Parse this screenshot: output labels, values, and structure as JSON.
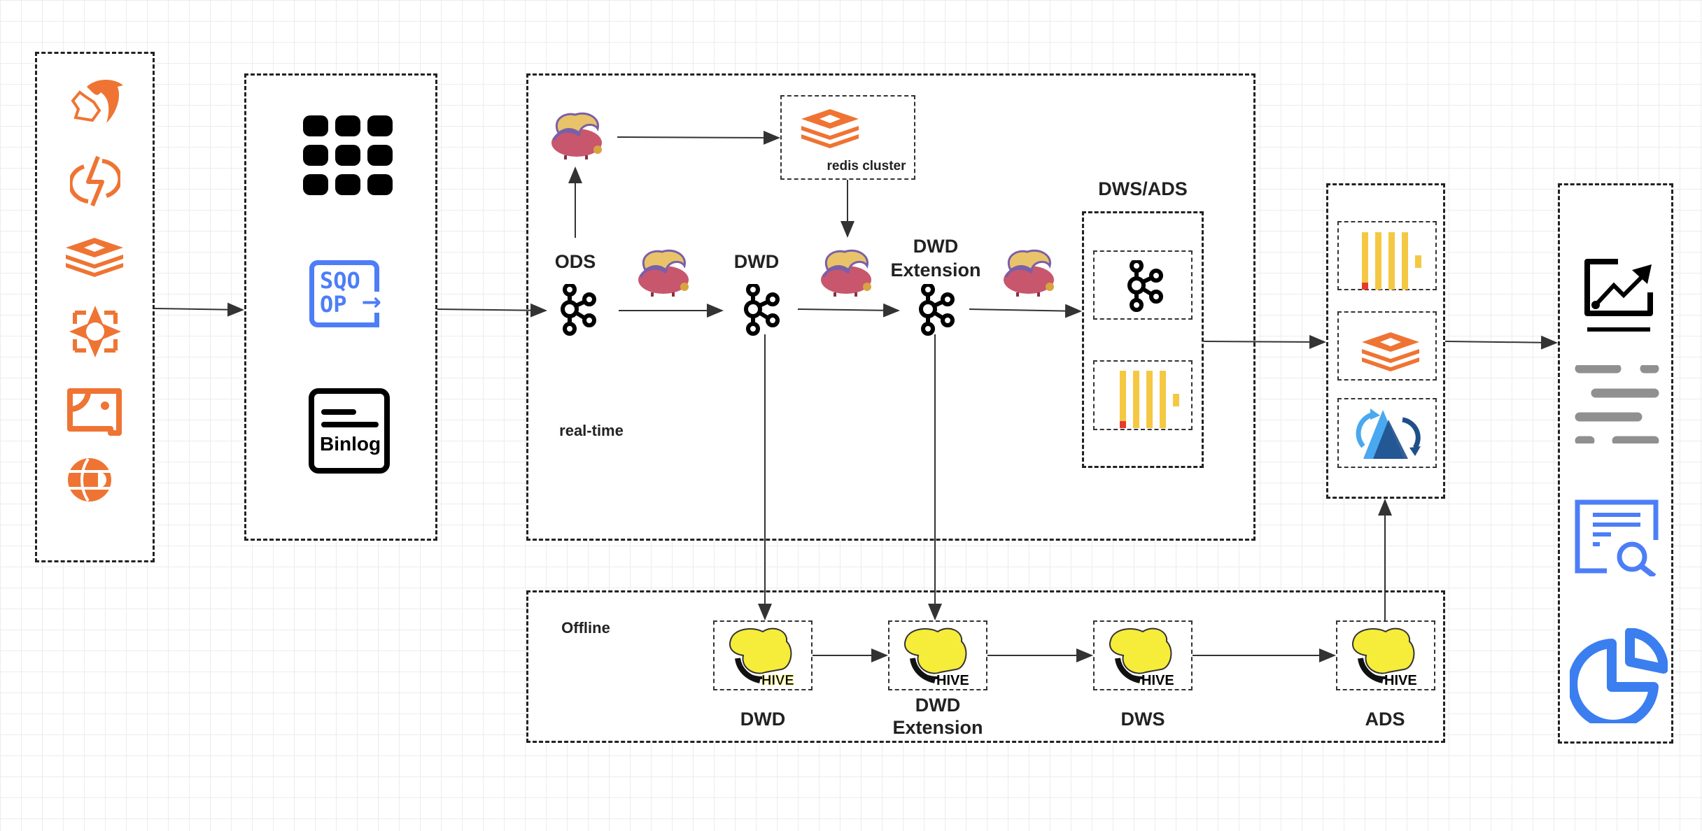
{
  "colors": {
    "orange": "#ef7433",
    "blue": "#4d7ef7",
    "yellow": "#f5c843",
    "black": "#000000",
    "gray": "#909090",
    "line": "#333333"
  },
  "sources": {
    "icons": [
      "mysql-dolphin-icon",
      "sync-icon",
      "redis-icon",
      "service-icon",
      "storage-icon",
      "database-globe-icon"
    ]
  },
  "ingestion": {
    "icons": [
      "flink-cdc-icon",
      "sqoop-icon",
      "binlog-file-icon"
    ],
    "sqoop_text_1": "SQO",
    "sqoop_text_2": "OP",
    "binlog_text": "Binlog"
  },
  "realtime": {
    "label": "real-time",
    "ods": "ODS",
    "dwd": "DWD",
    "dwd_ext_1": "DWD",
    "dwd_ext_2": "Extension",
    "dws_ads": "DWS/ADS",
    "redis_cluster": "redis cluster"
  },
  "offline": {
    "label": "Offline",
    "stages": [
      {
        "l1": "DWD",
        "l2": ""
      },
      {
        "l1": "DWD",
        "l2": "Extension"
      },
      {
        "l1": "DWS",
        "l2": ""
      },
      {
        "l1": "ADS",
        "l2": ""
      }
    ],
    "hive_text": "HIVE"
  },
  "serving": {
    "icons": [
      "clickhouse-icon",
      "redis-icon",
      "doris-icon"
    ]
  },
  "outputs": {
    "icons": [
      "chart-trend-icon",
      "text-lines-icon",
      "report-search-icon",
      "pie-chart-icon"
    ]
  }
}
